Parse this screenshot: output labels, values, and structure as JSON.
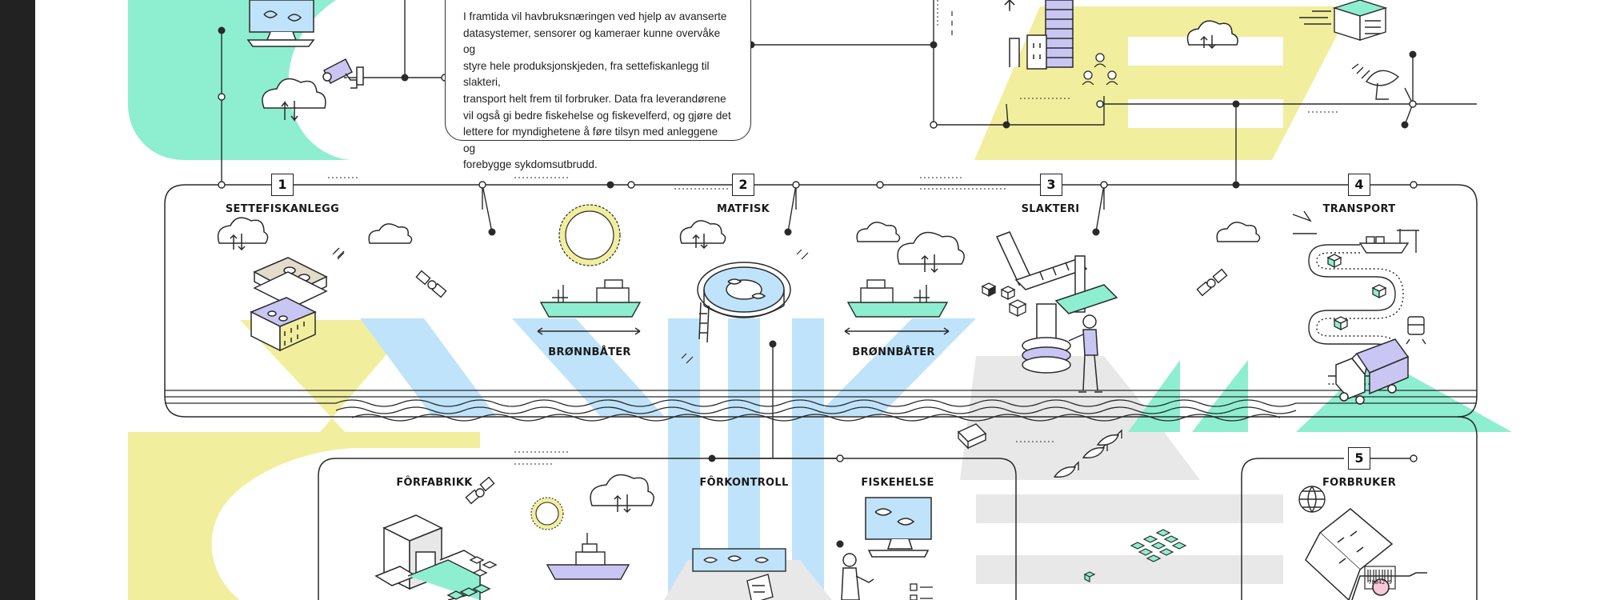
{
  "info_text": "I framtida vil havbruksnæringen ved hjelp av avanserte\ndatasystemer, sensorer og kameraer kunne overvåke og\nstyre hele produksjonskjeden, fra settefiskanlegg til slakteri,\ntransport helt frem til forbruker. Data fra leverandørene\nvil også gi bedre fiskehelse og fiskevelferd, og gjøre det\nlettere for myndighetene å føre tilsyn med anleggene og\nforebygge sykdomsutbrudd.",
  "stages": [
    {
      "number": "1",
      "label": "SETTEFISKANLEGG"
    },
    {
      "number": "2",
      "label": "MATFISK"
    },
    {
      "number": "3",
      "label": "SLAKTERI"
    },
    {
      "number": "4",
      "label": "TRANSPORT"
    },
    {
      "number": "5",
      "label": "FORBRUKER"
    }
  ],
  "boat_labels": [
    "BRØNNBÅTER",
    "BRØNNBÅTER"
  ],
  "lower_labels": [
    "FÔRFABRIKK",
    "FÔRKONTROLL",
    "FISKEHELSE"
  ],
  "barcode_text": "78842 9",
  "colors": {
    "mint": "#8eeed0",
    "yellow": "#f1ee9e",
    "sky": "#bfe3fb",
    "grey": "#e8e8e8",
    "lavender": "#c9c6f3",
    "stroke": "#2a2a2a"
  }
}
